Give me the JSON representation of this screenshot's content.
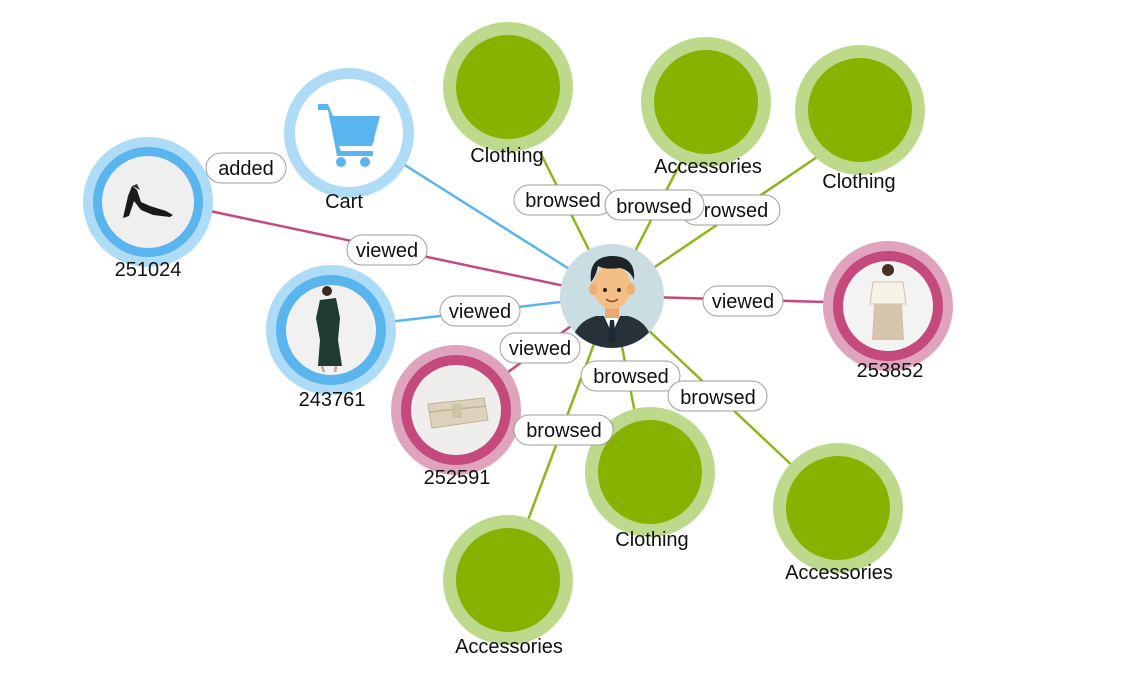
{
  "colors": {
    "user_edge": "#5ab4ee",
    "view_edge": "#c4497d",
    "browse_edge": "#8db51d",
    "category_fill": "#86b300",
    "category_ring": "#bcd98c",
    "blue_ring_outer": "#aedcf7",
    "blue_ring_inner": "#5ab4ee",
    "pink_ring_outer": "#e0a3bd",
    "pink_ring_inner": "#c4497d",
    "user_bg": "#c9dde3",
    "cart_icon": "#5ab4ee"
  },
  "nodes": {
    "user": {
      "icon": "user-avatar-icon"
    },
    "cart": {
      "label": "Cart",
      "icon": "shopping-cart-icon"
    },
    "p251024": {
      "label": "251024",
      "icon": "high-heel-shoe-icon"
    },
    "p243761": {
      "label": "243761",
      "icon": "dress-icon"
    },
    "p252591": {
      "label": "252591",
      "icon": "clutch-bag-icon"
    },
    "p253852": {
      "label": "253852",
      "icon": "blouse-icon"
    },
    "cat1": {
      "label": "Clothing"
    },
    "cat2": {
      "label": "Accessories"
    },
    "cat3": {
      "label": "Clothing"
    },
    "cat4": {
      "label": "Clothing"
    },
    "cat5": {
      "label": "Accessories"
    },
    "cat6": {
      "label": "Accessories"
    }
  },
  "edges": {
    "added": "added",
    "viewed_251024": "viewed",
    "viewed_243761": "viewed",
    "viewed_252591": "viewed",
    "viewed_253852": "viewed",
    "browsed_cat3": "rowsed",
    "browsed_cat1": "browsed",
    "browsed_cat2": "browsed",
    "browsed_cat4": "browsed",
    "browsed_cat5": "browsed",
    "browsed_cat6": "browsed"
  }
}
